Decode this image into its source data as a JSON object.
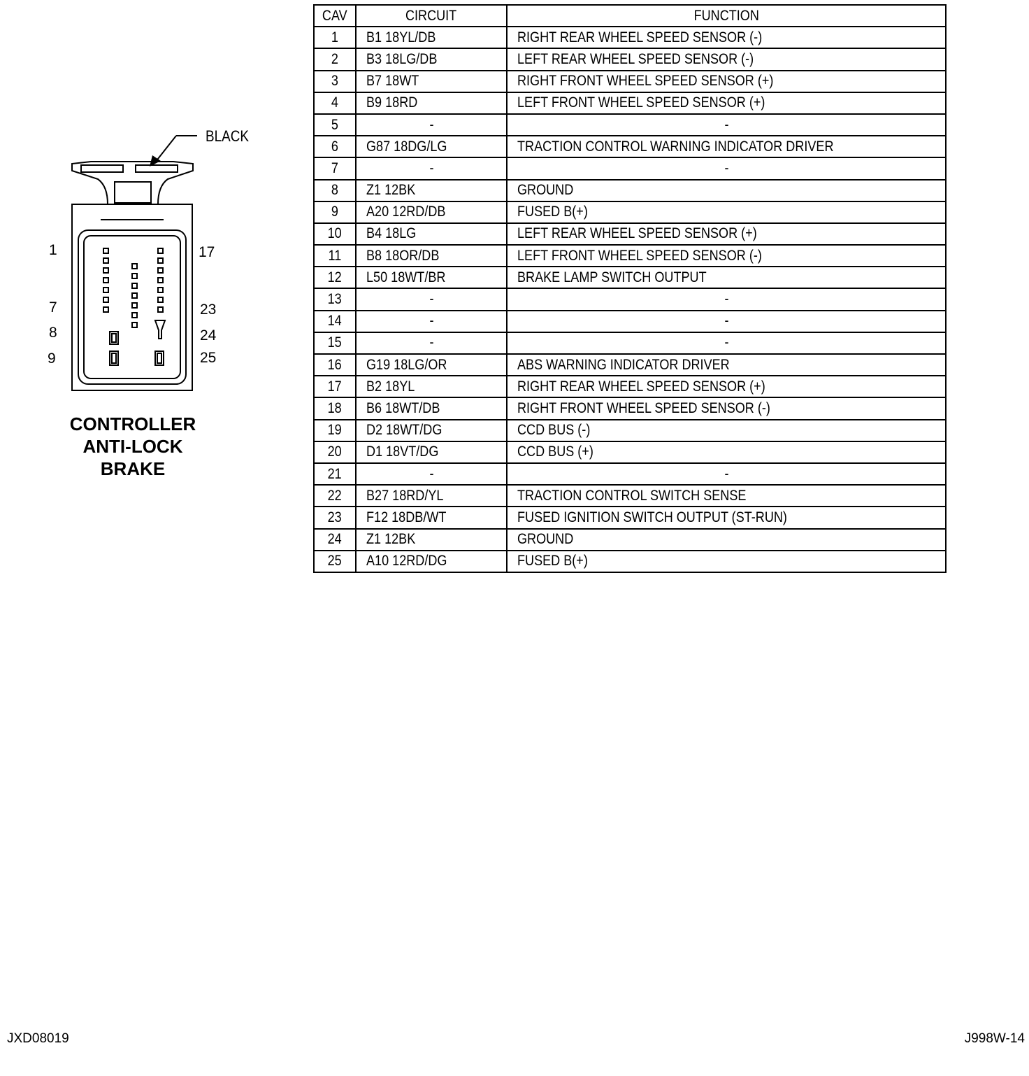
{
  "connector": {
    "color_label": "BLACK",
    "caption": [
      "CONTROLLER",
      "ANTI-LOCK",
      "BRAKE"
    ],
    "left_pin_labels": [
      "1",
      "7",
      "8",
      "9"
    ],
    "right_pin_labels": [
      "17",
      "23",
      "24",
      "25"
    ]
  },
  "table": {
    "headers": {
      "cav": "CAV",
      "circuit": "CIRCUIT",
      "function": "FUNCTION"
    },
    "rows": [
      {
        "cav": "1",
        "circuit": "B1 18YL/DB",
        "function": "RIGHT REAR WHEEL SPEED SENSOR (-)"
      },
      {
        "cav": "2",
        "circuit": "B3 18LG/DB",
        "function": "LEFT REAR WHEEL SPEED SENSOR (-)"
      },
      {
        "cav": "3",
        "circuit": "B7 18WT",
        "function": "RIGHT FRONT WHEEL SPEED SENSOR (+)"
      },
      {
        "cav": "4",
        "circuit": "B9 18RD",
        "function": "LEFT FRONT WHEEL SPEED SENSOR (+)"
      },
      {
        "cav": "5",
        "circuit": "-",
        "function": "-"
      },
      {
        "cav": "6",
        "circuit": "G87 18DG/LG",
        "function": "TRACTION CONTROL WARNING INDICATOR DRIVER"
      },
      {
        "cav": "7",
        "circuit": "-",
        "function": "-"
      },
      {
        "cav": "8",
        "circuit": "Z1 12BK",
        "function": "GROUND"
      },
      {
        "cav": "9",
        "circuit": "A20 12RD/DB",
        "function": "FUSED B(+)"
      },
      {
        "cav": "10",
        "circuit": "B4 18LG",
        "function": "LEFT REAR WHEEL SPEED SENSOR (+)"
      },
      {
        "cav": "11",
        "circuit": "B8 18OR/DB",
        "function": "LEFT FRONT WHEEL SPEED SENSOR (-)"
      },
      {
        "cav": "12",
        "circuit": "L50 18WT/BR",
        "function": "BRAKE LAMP SWITCH OUTPUT"
      },
      {
        "cav": "13",
        "circuit": "-",
        "function": "-"
      },
      {
        "cav": "14",
        "circuit": "-",
        "function": "-"
      },
      {
        "cav": "15",
        "circuit": "-",
        "function": "-"
      },
      {
        "cav": "16",
        "circuit": "G19 18LG/OR",
        "function": "ABS WARNING INDICATOR DRIVER"
      },
      {
        "cav": "17",
        "circuit": "B2 18YL",
        "function": "RIGHT REAR WHEEL SPEED SENSOR (+)"
      },
      {
        "cav": "18",
        "circuit": "B6 18WT/DB",
        "function": "RIGHT FRONT WHEEL SPEED SENSOR (-)"
      },
      {
        "cav": "19",
        "circuit": "D2 18WT/DG",
        "function": "CCD BUS (-)"
      },
      {
        "cav": "20",
        "circuit": "D1 18VT/DG",
        "function": "CCD BUS (+)"
      },
      {
        "cav": "21",
        "circuit": "-",
        "function": "-"
      },
      {
        "cav": "22",
        "circuit": "B27 18RD/YL",
        "function": "TRACTION CONTROL SWITCH SENSE"
      },
      {
        "cav": "23",
        "circuit": "F12 18DB/WT",
        "function": "FUSED IGNITION SWITCH OUTPUT (ST-RUN)"
      },
      {
        "cav": "24",
        "circuit": "Z1 12BK",
        "function": "GROUND"
      },
      {
        "cav": "25",
        "circuit": "A10 12RD/DG",
        "function": "FUSED B(+)"
      }
    ]
  },
  "footer": {
    "left_code": "JXD08019",
    "right_code": "J998W-14"
  }
}
